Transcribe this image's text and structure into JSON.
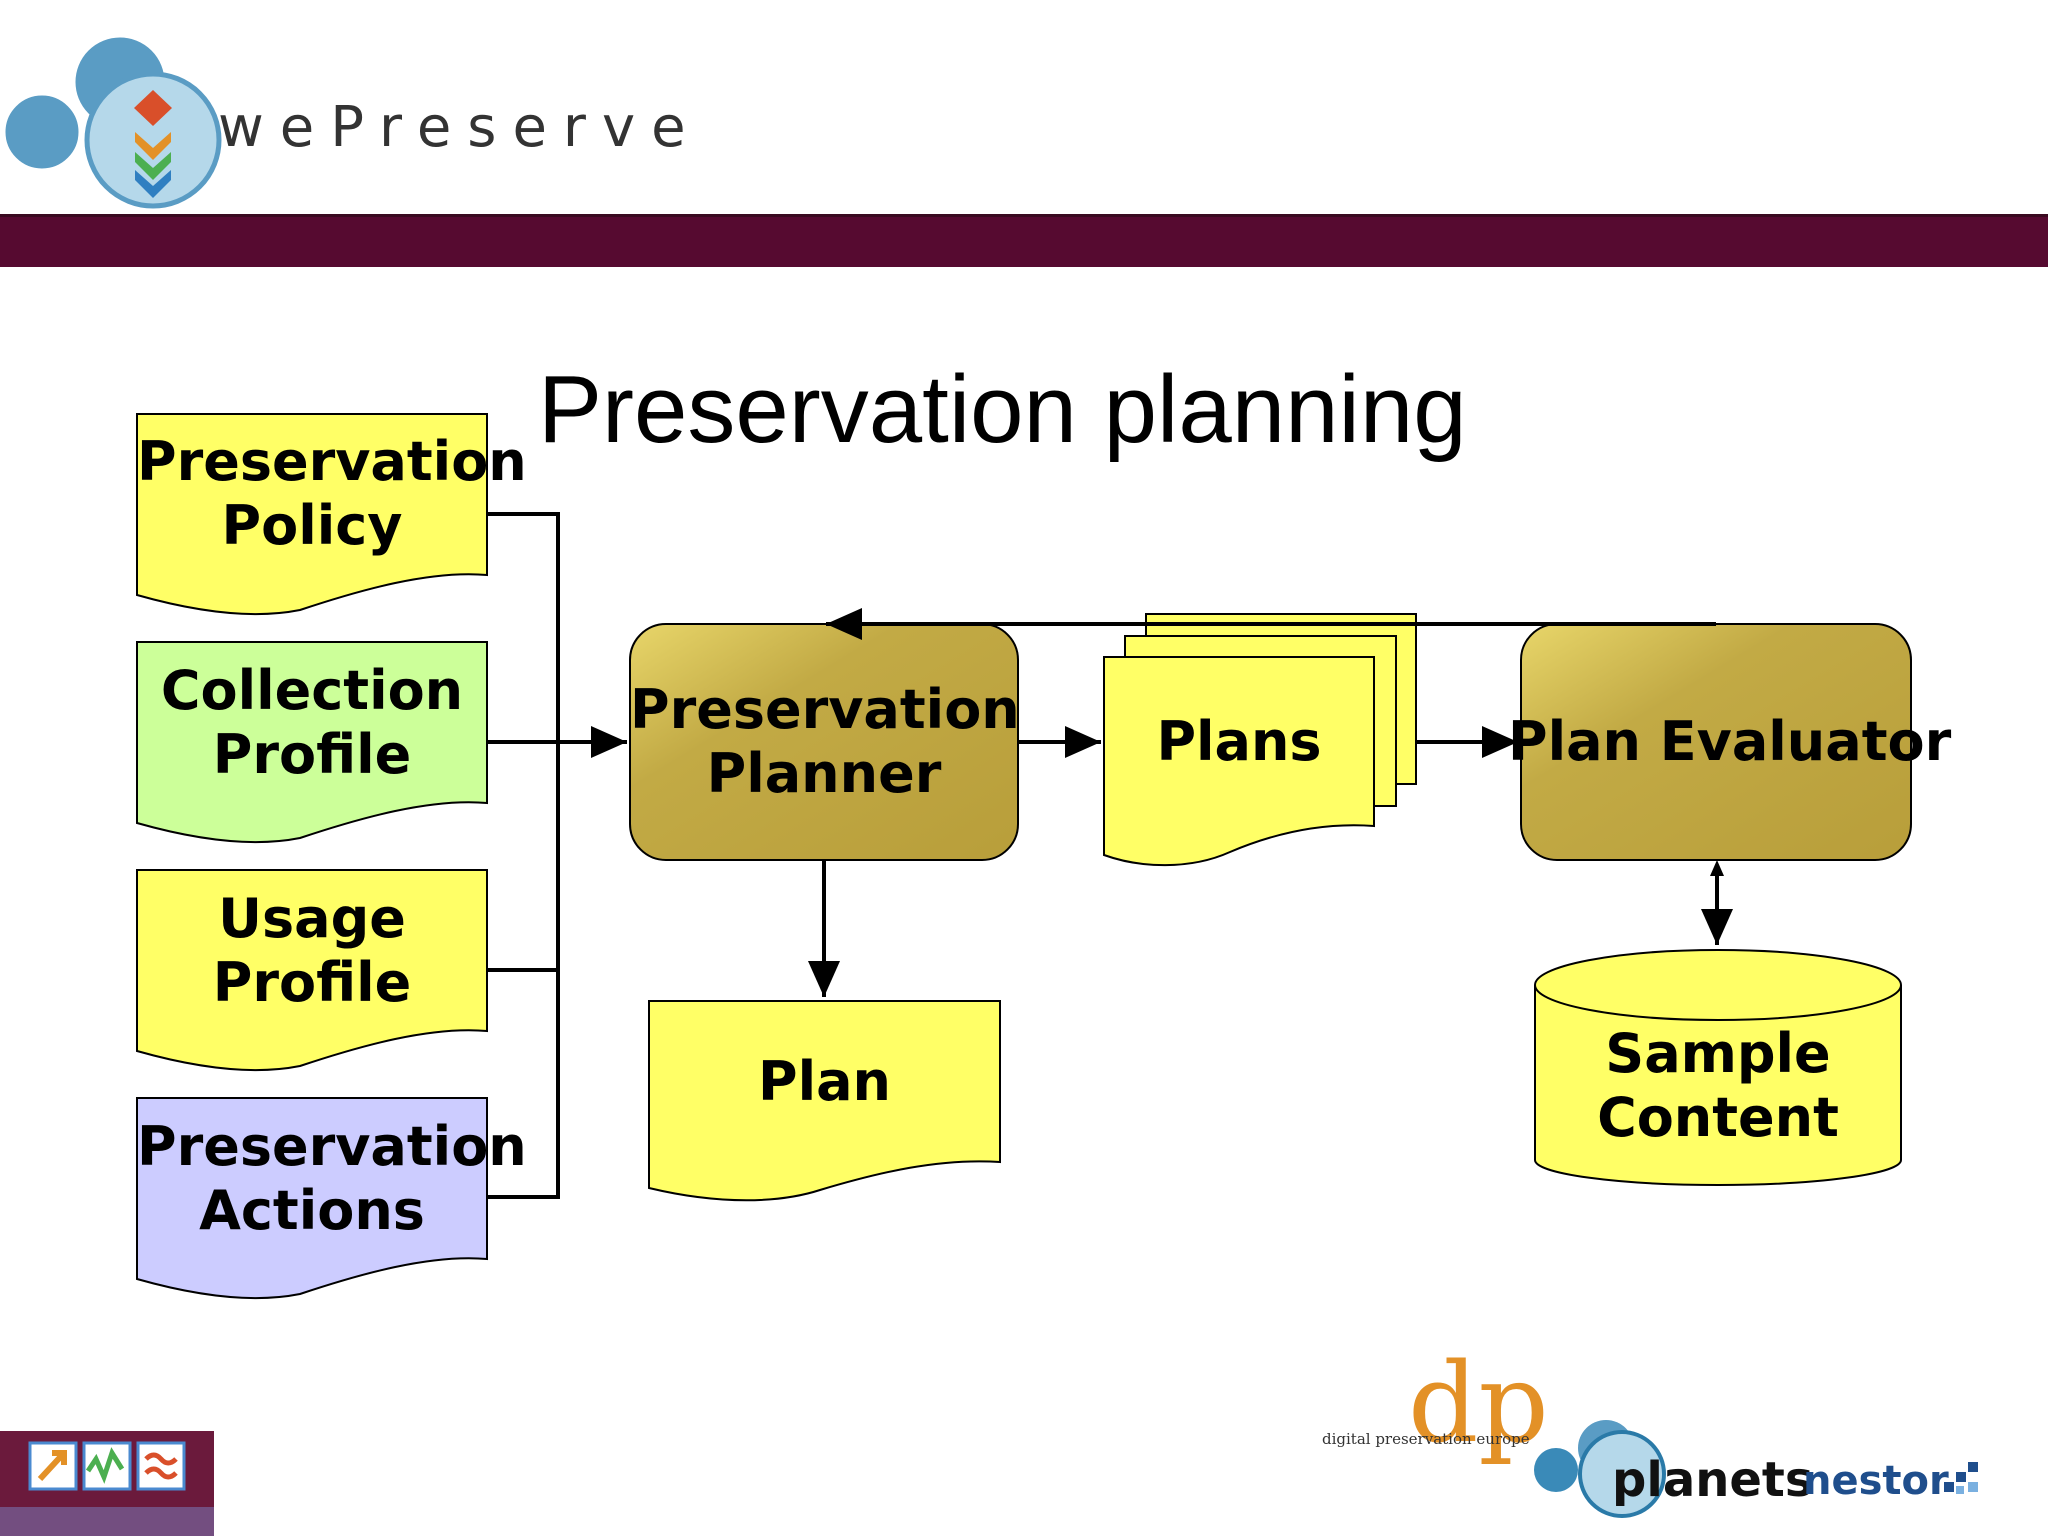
{
  "header": {
    "logo_text": "wePreserve",
    "band_color": "#560a30"
  },
  "title": "Preservation planning",
  "inputs": [
    {
      "line1": "Preservation",
      "line2": "Policy",
      "color": "#ffff66"
    },
    {
      "line1": "Collection",
      "line2": "Profile",
      "color": "#ccff99"
    },
    {
      "line1": "Usage",
      "line2": "Profile",
      "color": "#ffff66"
    },
    {
      "line1": "Preservation",
      "line2": "Actions",
      "color": "#ccccff"
    }
  ],
  "planner": {
    "line1": "Preservation",
    "line2": "Planner",
    "color": "#bfa63f"
  },
  "plans": {
    "label": "Plans",
    "color": "#ffff66"
  },
  "evaluator": {
    "label": "Plan Evaluator",
    "color": "#bfa63f"
  },
  "plan": {
    "label": "Plan",
    "color": "#ffff66"
  },
  "sample": {
    "line1": "Sample",
    "line2": "Content",
    "color": "#ffff66"
  },
  "footer_logos": {
    "dpe": "digital preservation europe",
    "dpe_letters": "dp",
    "planets": "planets",
    "nestor": "nestor"
  }
}
